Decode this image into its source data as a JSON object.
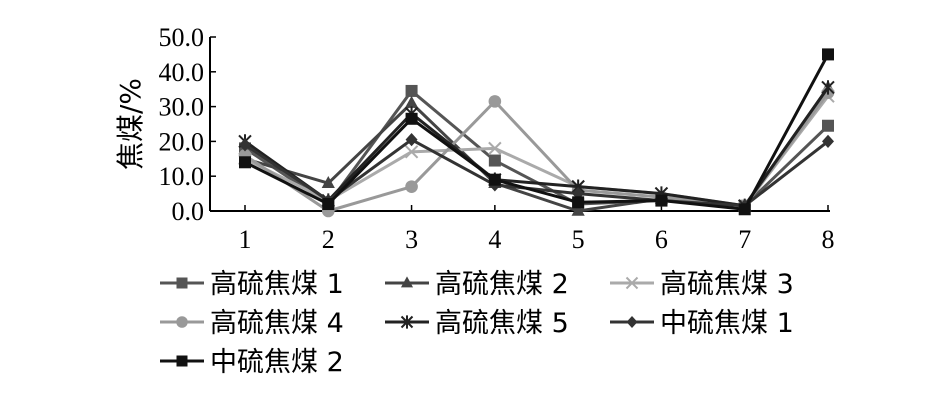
{
  "chart_data": {
    "type": "line",
    "ylabel": "焦煤/%",
    "xlabel": "",
    "x": [
      "1",
      "2",
      "3",
      "4",
      "5",
      "6",
      "7",
      "8"
    ],
    "ylim": [
      0,
      50
    ],
    "yticks": [
      "0.0",
      "10.0",
      "20.0",
      "30.0",
      "40.0",
      "50.0"
    ],
    "grid": false,
    "legend_position": "bottom",
    "series": [
      {
        "name": "高硫焦煤 1",
        "marker": "square",
        "color": "#555555",
        "values": [
          18,
          2,
          34.5,
          14.5,
          2,
          3,
          1.5,
          24.5
        ]
      },
      {
        "name": "高硫焦煤 2",
        "marker": "triangle",
        "color": "#444444",
        "values": [
          15,
          8,
          31,
          8,
          0,
          3.5,
          1.5,
          35.5
        ]
      },
      {
        "name": "高硫焦煤 3",
        "marker": "x",
        "color": "#aaaaaa",
        "values": [
          15,
          3,
          17,
          18,
          7,
          5,
          1.5,
          33
        ]
      },
      {
        "name": "高硫焦煤 4",
        "marker": "circle",
        "color": "#999999",
        "values": [
          16,
          0,
          7,
          31.5,
          6,
          4,
          1.5,
          34
        ]
      },
      {
        "name": "高硫焦煤 5",
        "marker": "star",
        "color": "#222222",
        "values": [
          20,
          3,
          28,
          9,
          7,
          5,
          1.5,
          35.5
        ]
      },
      {
        "name": "中硫焦煤 1",
        "marker": "diamond",
        "color": "#333333",
        "values": [
          19,
          3,
          20.5,
          7.5,
          5,
          3,
          1.5,
          20
        ]
      },
      {
        "name": "中硫焦煤 2",
        "marker": "square",
        "color": "#111111",
        "values": [
          14,
          2,
          26.5,
          9,
          2.5,
          3,
          0.5,
          45
        ]
      }
    ]
  }
}
